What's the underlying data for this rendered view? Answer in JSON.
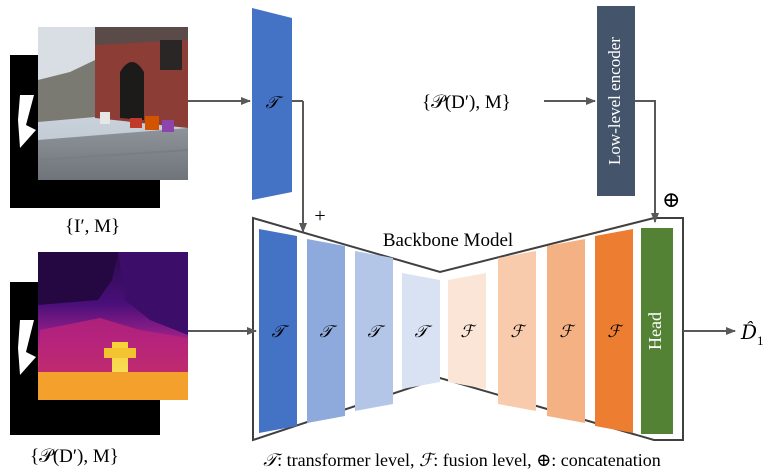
{
  "inputs": {
    "rgb_label": "{I′, M}",
    "depth_label": "{𝒫(D′), M}",
    "depth_prompt_label": "{𝒫(D′), M}"
  },
  "backbone": {
    "title": "Backbone Model",
    "plus_symbol": "+",
    "transformer_symbol": "𝒯",
    "fusion_symbol": "ℱ",
    "head_label": "Head",
    "transformer_colors": [
      "#4472C4",
      "#8EA9DB",
      "#B4C6E7",
      "#D9E2F3"
    ],
    "fusion_colors": [
      "#FBE5D6",
      "#F8CBAD",
      "#F4B183",
      "#ED7D31"
    ],
    "head_color": "#548235"
  },
  "side_modules": {
    "transformer_symbol": "𝒯",
    "transformer_color": "#4472C4",
    "encoder_label": "Low-level encoder",
    "encoder_color": "#44546A",
    "concat_symbol": "⊕"
  },
  "output": {
    "label": "D̂",
    "subscript": "1"
  },
  "legend": {
    "t_sym": "𝒯",
    "t_text": ": transformer level, ",
    "f_sym": "ℱ",
    "f_text": ": fusion level, ",
    "c_sym": "⊕",
    "c_text": ": concatenation"
  }
}
